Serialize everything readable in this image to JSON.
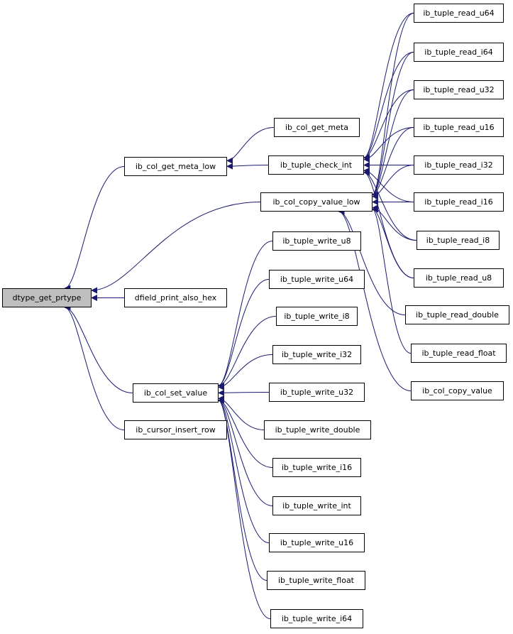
{
  "diagram": {
    "root": "dtype_get_prtype",
    "nodes": {
      "dtype_get_prtype": "dtype_get_prtype",
      "ib_col_get_meta_low": "ib_col_get_meta_low",
      "dfield_print_also_hex": "dfield_print_also_hex",
      "ib_col_set_value": "ib_col_set_value",
      "ib_cursor_insert_row": "ib_cursor_insert_row",
      "ib_col_get_meta": "ib_col_get_meta",
      "ib_tuple_check_int": "ib_tuple_check_int",
      "ib_col_copy_value_low": "ib_col_copy_value_low",
      "ib_tuple_read_u64": "ib_tuple_read_u64",
      "ib_tuple_read_i64": "ib_tuple_read_i64",
      "ib_tuple_read_u32": "ib_tuple_read_u32",
      "ib_tuple_read_u16": "ib_tuple_read_u16",
      "ib_tuple_read_i32": "ib_tuple_read_i32",
      "ib_tuple_read_i16": "ib_tuple_read_i16",
      "ib_tuple_read_i8": "ib_tuple_read_i8",
      "ib_tuple_read_u8": "ib_tuple_read_u8",
      "ib_tuple_read_double": "ib_tuple_read_double",
      "ib_tuple_read_float": "ib_tuple_read_float",
      "ib_col_copy_value": "ib_col_copy_value",
      "ib_tuple_write_u8": "ib_tuple_write_u8",
      "ib_tuple_write_u64": "ib_tuple_write_u64",
      "ib_tuple_write_i8": "ib_tuple_write_i8",
      "ib_tuple_write_i32": "ib_tuple_write_i32",
      "ib_tuple_write_u32": "ib_tuple_write_u32",
      "ib_tuple_write_double": "ib_tuple_write_double",
      "ib_tuple_write_i16": "ib_tuple_write_i16",
      "ib_tuple_write_int": "ib_tuple_write_int",
      "ib_tuple_write_u16": "ib_tuple_write_u16",
      "ib_tuple_write_float": "ib_tuple_write_float",
      "ib_tuple_write_i64": "ib_tuple_write_i64"
    },
    "edges": [
      [
        "ib_col_get_meta_low",
        "dtype_get_prtype"
      ],
      [
        "ib_col_copy_value_low",
        "dtype_get_prtype"
      ],
      [
        "dfield_print_also_hex",
        "dtype_get_prtype"
      ],
      [
        "ib_col_set_value",
        "dtype_get_prtype"
      ],
      [
        "ib_cursor_insert_row",
        "dtype_get_prtype"
      ],
      [
        "ib_col_get_meta",
        "ib_col_get_meta_low"
      ],
      [
        "ib_tuple_check_int",
        "ib_col_get_meta_low"
      ],
      [
        "ib_tuple_read_u64",
        "ib_tuple_check_int"
      ],
      [
        "ib_tuple_read_i64",
        "ib_tuple_check_int"
      ],
      [
        "ib_tuple_read_u32",
        "ib_tuple_check_int"
      ],
      [
        "ib_tuple_read_u16",
        "ib_tuple_check_int"
      ],
      [
        "ib_tuple_read_i32",
        "ib_tuple_check_int"
      ],
      [
        "ib_tuple_read_i16",
        "ib_tuple_check_int"
      ],
      [
        "ib_tuple_read_i8",
        "ib_tuple_check_int"
      ],
      [
        "ib_tuple_read_u8",
        "ib_tuple_check_int"
      ],
      [
        "ib_tuple_read_u64",
        "ib_col_copy_value_low"
      ],
      [
        "ib_tuple_read_i64",
        "ib_col_copy_value_low"
      ],
      [
        "ib_tuple_read_u32",
        "ib_col_copy_value_low"
      ],
      [
        "ib_tuple_read_u16",
        "ib_col_copy_value_low"
      ],
      [
        "ib_tuple_read_i32",
        "ib_col_copy_value_low"
      ],
      [
        "ib_tuple_read_i16",
        "ib_col_copy_value_low"
      ],
      [
        "ib_tuple_read_i8",
        "ib_col_copy_value_low"
      ],
      [
        "ib_tuple_read_u8",
        "ib_col_copy_value_low"
      ],
      [
        "ib_tuple_read_double",
        "ib_col_copy_value_low"
      ],
      [
        "ib_tuple_read_float",
        "ib_col_copy_value_low"
      ],
      [
        "ib_col_copy_value",
        "ib_col_copy_value_low"
      ],
      [
        "ib_tuple_write_u8",
        "ib_col_set_value"
      ],
      [
        "ib_tuple_write_u64",
        "ib_col_set_value"
      ],
      [
        "ib_tuple_write_i8",
        "ib_col_set_value"
      ],
      [
        "ib_tuple_write_i32",
        "ib_col_set_value"
      ],
      [
        "ib_tuple_write_u32",
        "ib_col_set_value"
      ],
      [
        "ib_tuple_write_double",
        "ib_col_set_value"
      ],
      [
        "ib_tuple_write_i16",
        "ib_col_set_value"
      ],
      [
        "ib_tuple_write_int",
        "ib_col_set_value"
      ],
      [
        "ib_tuple_write_u16",
        "ib_col_set_value"
      ],
      [
        "ib_tuple_write_float",
        "ib_col_set_value"
      ],
      [
        "ib_tuple_write_i64",
        "ib_col_set_value"
      ]
    ],
    "colors": {
      "edge": "#191970",
      "root_fill": "#bfbfbf",
      "node_fill": "#ffffff",
      "border": "#000000"
    }
  }
}
